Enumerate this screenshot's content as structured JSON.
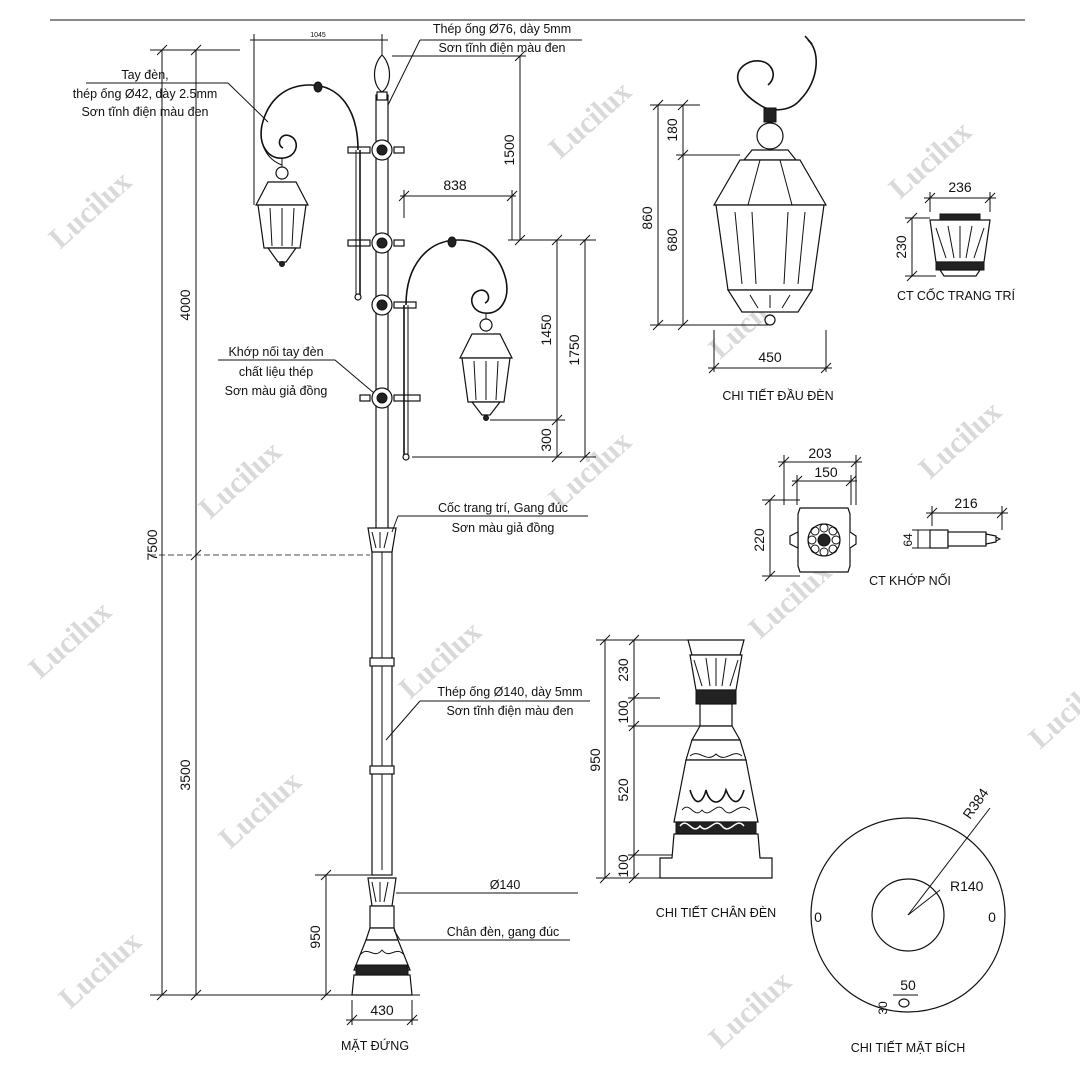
{
  "watermark": "Lucilux",
  "views": {
    "elevation_title": "MẶT ĐỨNG",
    "head_detail_title": "CHI TIẾT ĐẦU ĐÈN",
    "cup_detail_title": "CT CỐC TRANG TRÍ",
    "joint_detail_title": "CT KHỚP NỐI",
    "base_detail_title": "CHI TIẾT CHÂN ĐÈN",
    "flange_detail_title": "CHI TIẾT MẶT BÍCH"
  },
  "notes": {
    "top_pipe_1": "Thép ống Ø76, dày 5mm",
    "top_pipe_2": "Sơn tĩnh điện màu đen",
    "arm_1": "Tay đèn,",
    "arm_2": "thép ống Ø42, dày 2.5mm",
    "arm_3": "Sơn tĩnh điện màu đen",
    "joint_1": "Khớp nối tay đèn",
    "joint_2": "chất liệu thép",
    "joint_3": "Sơn màu giả đồng",
    "cup_1": "Cốc trang trí, Gang đúc",
    "cup_2": "Sơn màu giả đồng",
    "main_pipe_1": "Thép ống Ø140, dày 5mm",
    "main_pipe_2": "Sơn tĩnh điện màu đen",
    "pipe_dia": "Ø140",
    "base_note": "Chân đèn, gang đúc"
  },
  "dimensions": {
    "elev_top_width": "1045",
    "elev_arm_offset": "838",
    "elev_upper_arm": "1500",
    "elev_lower_arm": "1450",
    "elev_lower_total": "1750",
    "elev_lamp_drop": "300",
    "elev_upper": "4000",
    "elev_total": "7500",
    "elev_lower": "3500",
    "elev_base_h": "950",
    "elev_base_w": "430",
    "head_top": "180",
    "head_body": "680",
    "head_total": "860",
    "head_width": "450",
    "cup_width": "236",
    "cup_height": "230",
    "joint_outer": "203",
    "joint_inner": "150",
    "joint_height": "220",
    "joint_side_len": "216",
    "joint_side_h": "64",
    "base_top": "230",
    "base_ring": "100",
    "base_mid": "520",
    "base_bottom": "100",
    "base_total": "950",
    "flange_outer_r": "R384",
    "flange_inner_r": "R140",
    "flange_hole": "50",
    "flange_hole_h": "30",
    "flange_hole_mark": "0"
  }
}
